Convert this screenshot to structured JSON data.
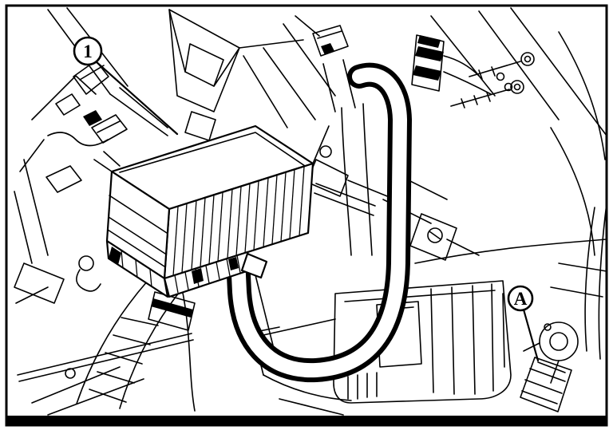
{
  "figure": {
    "type": "service-manual-line-illustration",
    "callouts": [
      {
        "id": "1",
        "label": "1"
      },
      {
        "id": "A",
        "label": "A"
      }
    ]
  },
  "colors": {
    "line": "#000000",
    "background": "#ffffff"
  }
}
